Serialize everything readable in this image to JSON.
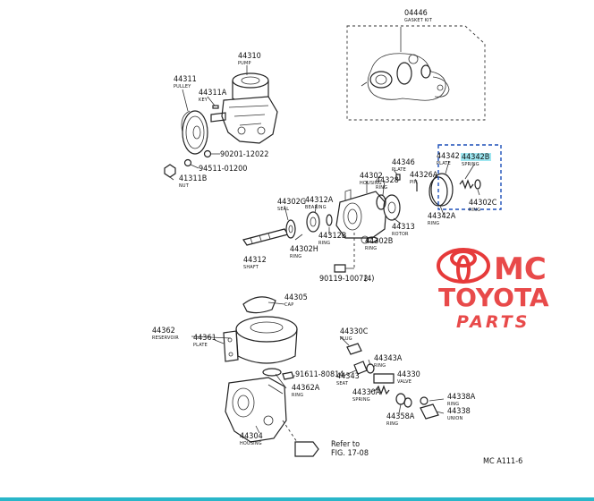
{
  "parts": [
    {
      "no": "04446",
      "name": "GASKET KIT"
    },
    {
      "no": "44310",
      "name": "PUMP"
    },
    {
      "no": "44311",
      "name": "PULLEY"
    },
    {
      "no": "44311A",
      "name": "KEY"
    },
    {
      "no": "90201-12022",
      "name": ""
    },
    {
      "no": "94511-01200",
      "name": ""
    },
    {
      "no": "41311B",
      "name": "NUT"
    },
    {
      "no": "44302",
      "name": "HOUSING"
    },
    {
      "no": "44302G",
      "name": "SEAL"
    },
    {
      "no": "44312A",
      "name": "BEARING"
    },
    {
      "no": "44312B",
      "name": "RING"
    },
    {
      "no": "44302H",
      "name": "RING"
    },
    {
      "no": "44312",
      "name": "SHAFT"
    },
    {
      "no": "44328",
      "name": "RING"
    },
    {
      "no": "44346",
      "name": "PLATE"
    },
    {
      "no": "44326A",
      "name": "PIN"
    },
    {
      "no": "44313",
      "name": "ROTOR"
    },
    {
      "no": "44302B",
      "name": "RING"
    },
    {
      "no": "44342",
      "name": "PLATE"
    },
    {
      "no": "44342B",
      "name": "SPRING"
    },
    {
      "no": "44302C",
      "name": "RING"
    },
    {
      "no": "44342A",
      "name": "RING"
    },
    {
      "no": "90119-10072",
      "name": "(4)"
    },
    {
      "no": "44305",
      "name": "CAP"
    },
    {
      "no": "44362",
      "name": "RESERVOIR"
    },
    {
      "no": "44361",
      "name": "PLATE"
    },
    {
      "no": "91611-80814",
      "name": ""
    },
    {
      "no": "44362A",
      "name": "RING"
    },
    {
      "no": "44304",
      "name": "HOUSING"
    },
    {
      "no": "44330C",
      "name": "PLUG"
    },
    {
      "no": "44343A",
      "name": "RING"
    },
    {
      "no": "44343",
      "name": "SEAT"
    },
    {
      "no": "44330",
      "name": "VALVE"
    },
    {
      "no": "44330A",
      "name": "SPRING"
    },
    {
      "no": "44338A",
      "name": "RING"
    },
    {
      "no": "44338",
      "name": "UNION"
    },
    {
      "no": "44358A",
      "name": "RING"
    }
  ],
  "refer_note": {
    "line1": "Refer to",
    "line2": "FIG. 17-08"
  },
  "figure_code": "MC A111-6",
  "watermark": {
    "brand1": "MC",
    "brand2": "TOYOTA",
    "brand3": "PARTS"
  },
  "colors": {
    "highlight": "#9ee6f0",
    "watermark": "#e84a4a",
    "line": "#222222",
    "bottom_bar": "#29b6c9"
  }
}
